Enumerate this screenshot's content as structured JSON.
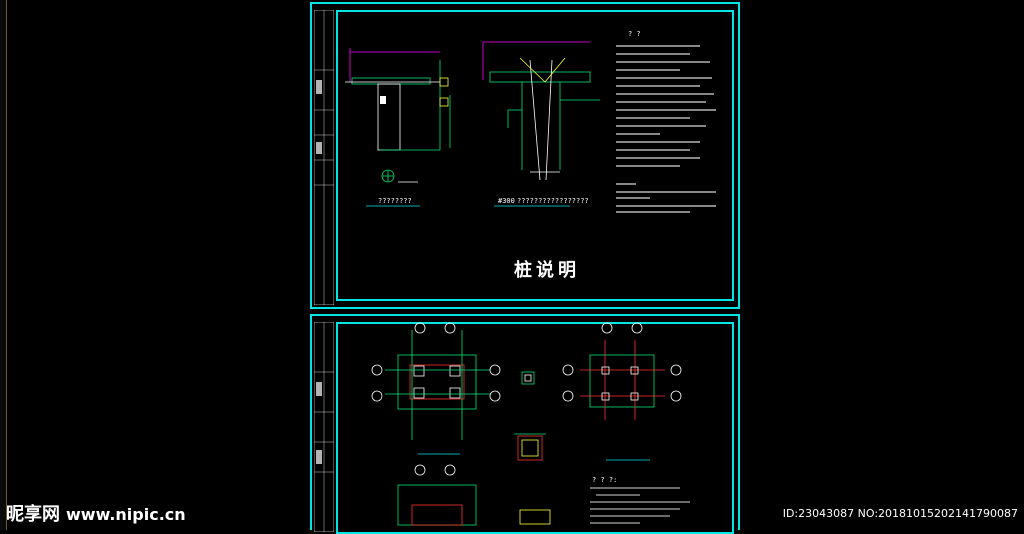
{
  "sheet1": {
    "title": "桩说明",
    "notes_header": "? ?",
    "detail1_caption": "????????",
    "detail2_caption": "?????????????????",
    "detail2_prefix": "#300"
  },
  "sheet2": {
    "notes_header": "? ? ?:"
  },
  "watermark": {
    "logo": "昵享网",
    "url": "www.nipic.cn"
  },
  "image_id": "ID:23043087 NO:20181015202141790087",
  "colors": {
    "frame": "#00e5e5",
    "line": "#00e676",
    "accent": "#ff00ff",
    "text": "#ffffff",
    "red": "#ff3030",
    "yellow": "#ffff33"
  }
}
